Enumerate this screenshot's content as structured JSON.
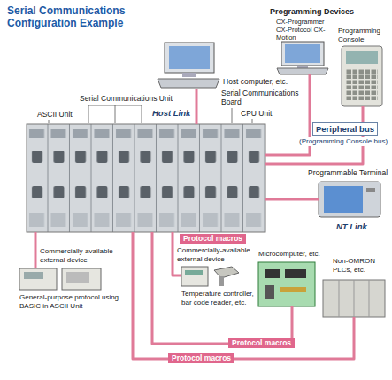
{
  "diagram": {
    "title": "Serial Communications Configuration Example",
    "nodes": [
      {
        "text": [
          "ASCII Unit",
          "Serial Communications Unit",
          "Serial Communications Board",
          "CPU Unit"
        ]
      },
      {
        "text": [
          "Host computer, etc."
        ]
      },
      {
        "text": [
          "Programming Devices",
          "CX-Programmer CX-Protocol CX-Motion"
        ]
      },
      {
        "text": [
          "Programming Console"
        ]
      },
      {
        "text": [
          "Programmable Terminal"
        ]
      },
      {
        "text": [
          "Commercially-available external device",
          "General-purpose protocol using BASIC in ASCII Unit"
        ]
      },
      {
        "text": [
          "Commercially-available external device",
          "Temperature controller, bar code reader, etc."
        ]
      },
      {
        "text": [
          "Microcomputer, etc."
        ]
      },
      {
        "text": [
          "Non-OMRON PLCs, etc."
        ]
      }
    ],
    "edges": [
      {
        "from": 0,
        "to": 1,
        "arrow": "none",
        "label": "Host Link"
      },
      {
        "from": 0,
        "to": 2,
        "arrow": "none",
        "label": "Peripheral bus"
      },
      {
        "from": 0,
        "to": 3,
        "arrow": "none"
      },
      {
        "from": 0,
        "to": 4,
        "arrow": "none",
        "label": "NT Link"
      },
      {
        "from": 0,
        "to": 5,
        "arrow": "none"
      },
      {
        "from": 0,
        "to": 6,
        "arrow": "none",
        "label": "Protocol macros"
      },
      {
        "from": 0,
        "to": 7,
        "arrow": "none",
        "label": "Protocol macros"
      },
      {
        "from": 0,
        "to": 8,
        "arrow": "none",
        "label": "Protocol macros"
      }
    ],
    "labels": [
      "(Programming Console bus)"
    ]
  }
}
